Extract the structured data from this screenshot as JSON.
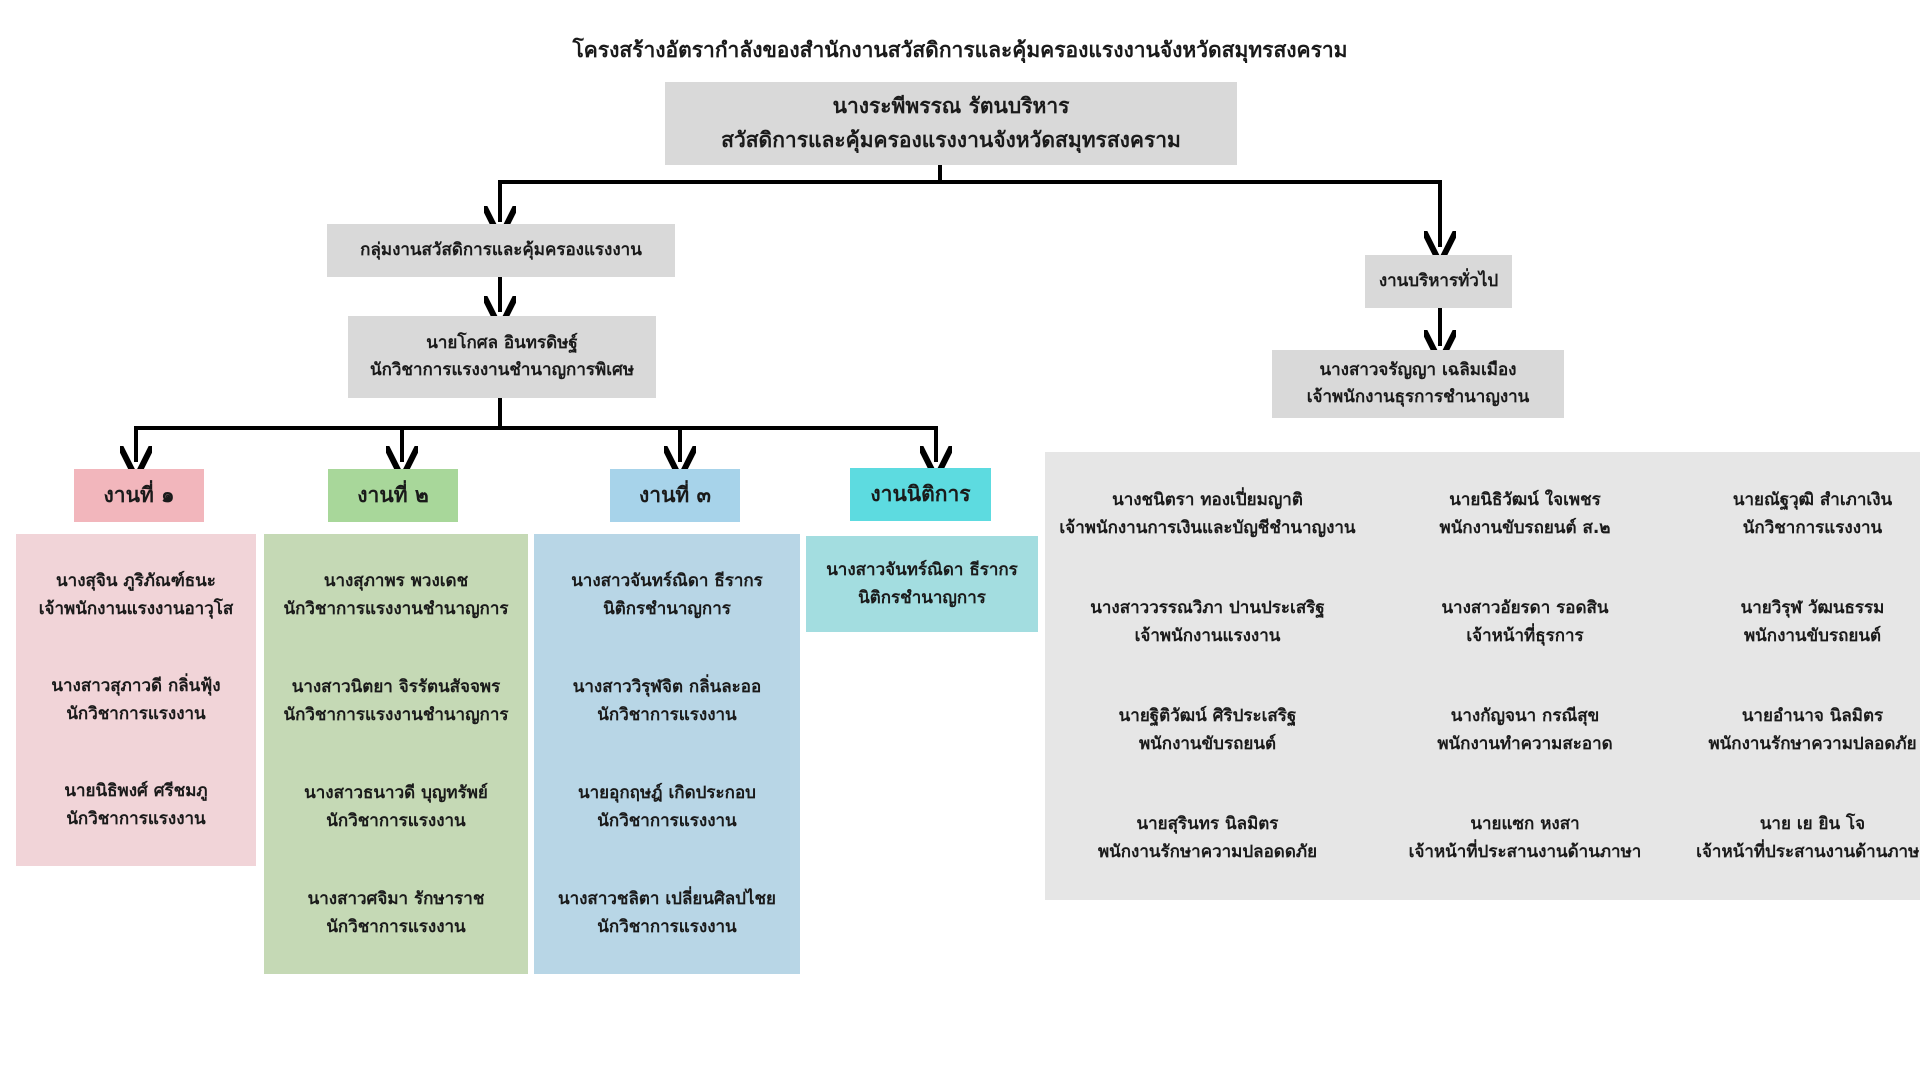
{
  "title": "โครงสร้างอัตรากำลังของสำนักงานสวัสดิการและคุ้มครองแรงงานจังหวัดสมุทรสงคราม",
  "head": {
    "name": "นางระพีพรรณ  รัตนบริหาร",
    "position": "สวัสดิการและคุ้มครองแรงงานจังหวัดสมุทรสงคราม"
  },
  "welfare_group": {
    "label": "กลุ่มงานสวัสดิการและคุ้มครองแรงงาน",
    "chief": {
      "name": "นายโกศล  อินทรดิษฐ์",
      "position": "นักวิชาการแรงงานชำนาญการพิเศษ"
    }
  },
  "general_admin": {
    "label": "งานบริหารทั่วไป",
    "chief": {
      "name": "นางสาวจรัญญา  เฉลิมเมือง",
      "position": "เจ้าพนักงานธุรการชำนาญงาน"
    },
    "staff": [
      {
        "name": "นางชนิตรา  ทองเปี่ยมญาติ",
        "position": "เจ้าพนักงานการเงินและบัญชีชำนาญงาน"
      },
      {
        "name": "นายนิธิวัฒน์  ใจเพชร",
        "position": "พนักงานขับรถยนต์ ส.๒"
      },
      {
        "name": "นายณัฐวุฒิ  สำเภาเงิน",
        "position": "นักวิชาการแรงงาน"
      },
      {
        "name": "นางสาววรรณวิภา  ปานประเสริฐ",
        "position": "เจ้าพนักงานแรงงาน"
      },
      {
        "name": "นางสาวอัยรดา  รอดสิน",
        "position": "เจ้าหน้าที่ธุรการ"
      },
      {
        "name": "นายวิรุฬ  วัฒนธรรม",
        "position": "พนักงานขับรถยนต์"
      },
      {
        "name": "นายฐิติวัฒน์  ศิริประเสริฐ",
        "position": "พนักงานขับรถยนต์"
      },
      {
        "name": "นางกัญจนา  กรณีสุข",
        "position": "พนักงานทำความสะอาด"
      },
      {
        "name": "นายอำนาจ  นิลมิตร",
        "position": "พนักงานรักษาความปลอดภัย"
      },
      {
        "name": "นายสุรินทร  นิลมิตร",
        "position": "พนักงานรักษาความปลอดดภัย"
      },
      {
        "name": "นายแซก  หงสา",
        "position": "เจ้าหน้าที่ประสานงานด้านภาษา"
      },
      {
        "name": "นาย เย ยิน โจ",
        "position": "เจ้าหน้าที่ประสานงานด้านภาษา"
      }
    ]
  },
  "units": [
    {
      "label": "งานที่ ๑",
      "label_color": "#f2b6bc",
      "body_color": "#f1d4d8",
      "members": [
        {
          "name": "นางสุจิน  ภูริภัณฑ์ธนะ",
          "position": "เจ้าพนักงานแรงงานอาวุโส"
        },
        {
          "name": "นางสาวสุภาวดี  กลิ่นฟุ้ง",
          "position": "นักวิชาการแรงงาน"
        },
        {
          "name": "นายนิธิพงศ์  ศรีชมภู",
          "position": "นักวิชาการแรงงาน"
        }
      ]
    },
    {
      "label": "งานที่ ๒",
      "label_color": "#a8d79a",
      "body_color": "#c5d9b5",
      "members": [
        {
          "name": "นางสุภาพร  พวงเดช",
          "position": "นักวิชาการแรงงานชำนาญการ"
        },
        {
          "name": "นางสาวนิตยา  จิรรัตนสัจจพร",
          "position": "นักวิชาการแรงงานชำนาญการ"
        },
        {
          "name": "นางสาวธนาวดี  บุญทรัพย์",
          "position": "นักวิชาการแรงงาน"
        },
        {
          "name": "นางสาวศจิมา  รักษาราช",
          "position": "นักวิชาการแรงงาน"
        }
      ]
    },
    {
      "label": "งานที่ ๓",
      "label_color": "#a7d3ea",
      "body_color": "#b8d6e6",
      "members": [
        {
          "name": "นางสาวจันทร์ณิดา  ธีรากร",
          "position": "นิติกรชำนาญการ"
        },
        {
          "name": "นางสาววิรุฬจิต  กลิ่นละออ",
          "position": "นักวิชาการแรงงาน"
        },
        {
          "name": "นายอุกฤษฎ์  เกิดประกอบ",
          "position": "นักวิชาการแรงงาน"
        },
        {
          "name": "นางสาวชลิตา  เปลี่ยนศิลปไชย",
          "position": "นักวิชาการแรงงาน"
        }
      ]
    },
    {
      "label": "งานนิติการ",
      "label_color": "#5ddbe0",
      "body_color": "#a3dde0",
      "members": [
        {
          "name": "นางสาวจันทร์ณิดา  ธีรากร",
          "position": "นิติกรชำนาญการ"
        }
      ]
    }
  ]
}
